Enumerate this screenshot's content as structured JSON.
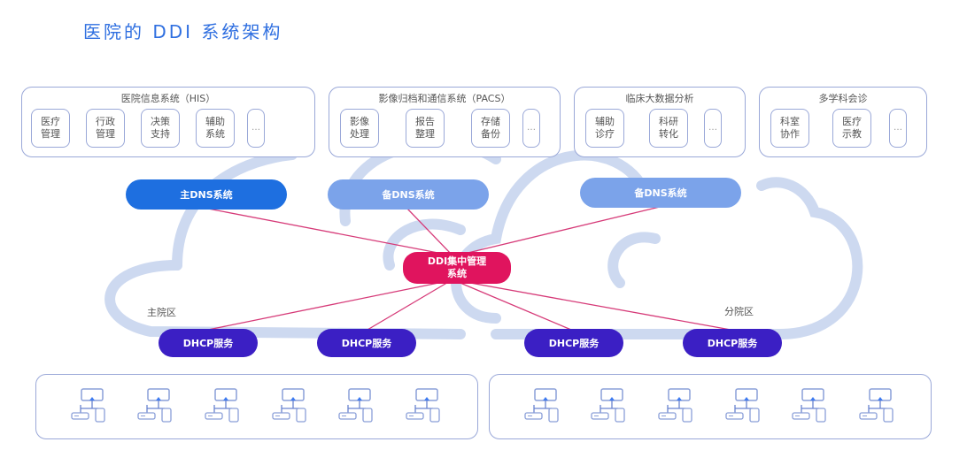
{
  "title": "医院的 DDI 系统架构",
  "app_groups": [
    {
      "title": "医院信息系统（HIS）",
      "modules": [
        "医疗\n管理",
        "行政\n管理",
        "决策\n支持",
        "辅助\n系统"
      ],
      "more": "…"
    },
    {
      "title": "影像归档和通信系统（PACS）",
      "modules": [
        "影像\n处理",
        "报告\n整理",
        "存储\n备份"
      ],
      "more": "…"
    },
    {
      "title": "临床大数据分析",
      "modules": [
        "辅助\n诊疗",
        "科研\n转化"
      ],
      "more": "…"
    },
    {
      "title": "多学科会诊",
      "modules": [
        "科室\n协作",
        "医疗\n示教"
      ],
      "more": "…"
    }
  ],
  "dns": {
    "primary": "主DNS系统",
    "backup_1": "备DNS系统",
    "backup_2": "备DNS系统"
  },
  "ddi_center": "DDI集中管理\n系统",
  "zones": {
    "main": "主院区",
    "branch": "分院区"
  },
  "dhcp": [
    "DHCP服务",
    "DHCP服务",
    "DHCP服务",
    "DHCP服务"
  ],
  "lan_groups": [
    {
      "name": "main-lan",
      "device_count": 6,
      "device_icon": "network-devices-icon"
    },
    {
      "name": "branch-lan",
      "device_count": 6,
      "device_icon": "network-devices-icon"
    }
  ],
  "colors": {
    "title": "#2f6fe0",
    "dns_primary": "#1e6fe0",
    "dns_backup": "#7ba3ea",
    "ddi_center": "#e0145e",
    "dhcp": "#3b1fc4",
    "links": "#d63a78",
    "cloud": "#c9d6ef",
    "border": "#9aa8d8"
  }
}
